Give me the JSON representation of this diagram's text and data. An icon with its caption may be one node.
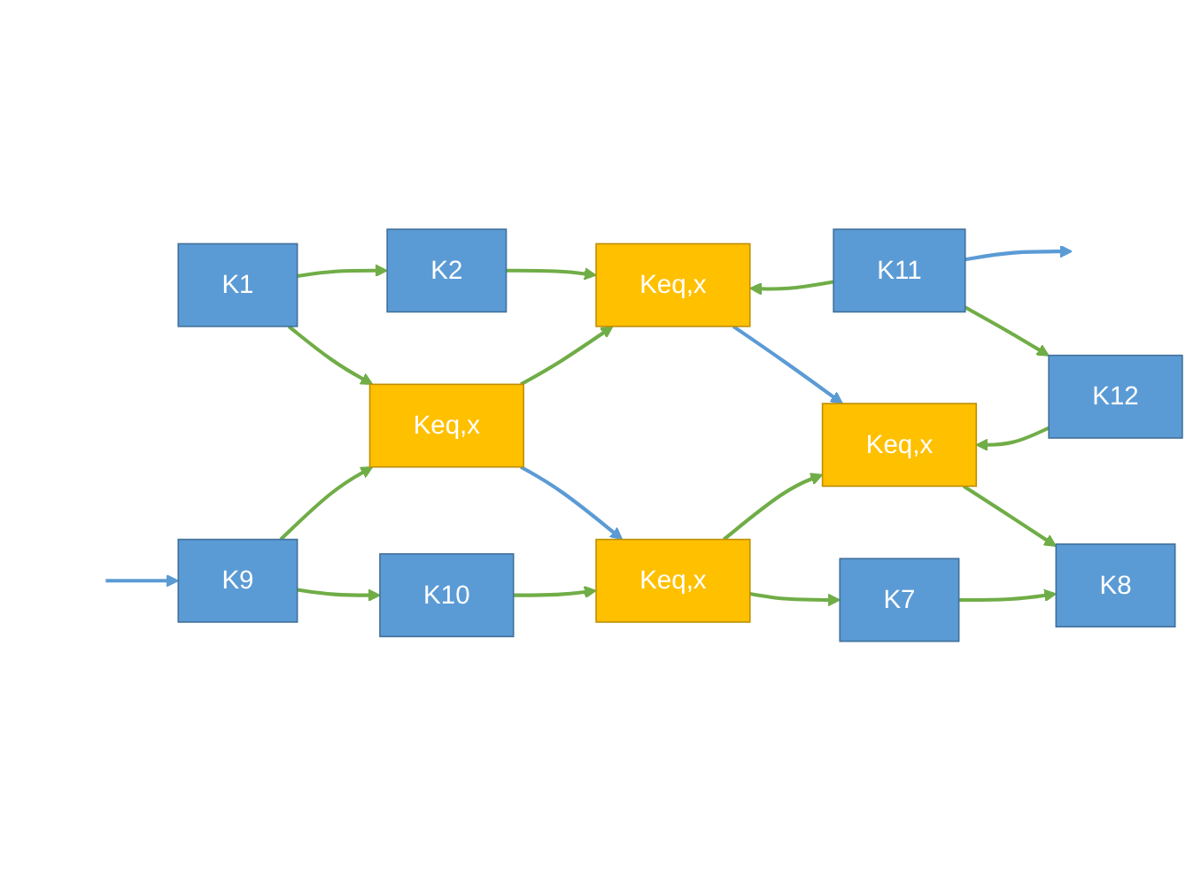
{
  "diagram": {
    "nodes": [
      {
        "text": [
          "K1"
        ]
      },
      {
        "text": [
          "K2"
        ]
      },
      {
        "text": [
          "K9"
        ]
      },
      {
        "text": [
          "Keq,x"
        ]
      },
      {
        "text": [
          "Keq,x"
        ]
      },
      {
        "text": [
          "K11"
        ]
      },
      {
        "text": [
          "K10"
        ]
      },
      {
        "text": [
          "Keq,x"
        ]
      },
      {
        "text": [
          "Keq,x"
        ]
      },
      {
        "text": [
          "K12"
        ]
      },
      {
        "text": [
          "K7"
        ]
      },
      {
        "text": [
          "K8"
        ]
      }
    ],
    "edges": [
      {
        "from": null,
        "to": 2,
        "arrow": "to",
        "color": "#5b9bd5"
      },
      {
        "from": 0,
        "to": 1,
        "arrow": "to"
      },
      {
        "from": 0,
        "to": 3,
        "arrow": "to"
      },
      {
        "from": 1,
        "to": 4,
        "arrow": "to"
      },
      {
        "from": 2,
        "to": 3,
        "arrow": "to"
      },
      {
        "from": 3,
        "to": 4,
        "arrow": "to"
      },
      {
        "from": 5,
        "to": 4,
        "arrow": "to"
      },
      {
        "from": 2,
        "to": 6,
        "arrow": "to"
      },
      {
        "from": 3,
        "to": 7,
        "arrow": "to",
        "color": "#5b9bd5"
      },
      {
        "from": 4,
        "to": 8,
        "arrow": "to",
        "color": "#5b9bd5"
      },
      {
        "from": 5,
        "to": 9,
        "arrow": "to"
      },
      {
        "from": 6,
        "to": 7,
        "arrow": "to"
      },
      {
        "from": 7,
        "to": 8,
        "arrow": "to"
      },
      {
        "from": 9,
        "to": 8,
        "arrow": "to"
      },
      {
        "from": 7,
        "to": 10,
        "arrow": "to"
      },
      {
        "from": 8,
        "to": 11,
        "arrow": "to"
      },
      {
        "from": 10,
        "to": 11,
        "arrow": "to"
      },
      {
        "from": 5,
        "to": null,
        "arrow": "to",
        "color": "#5b9bd5"
      }
    ]
  }
}
